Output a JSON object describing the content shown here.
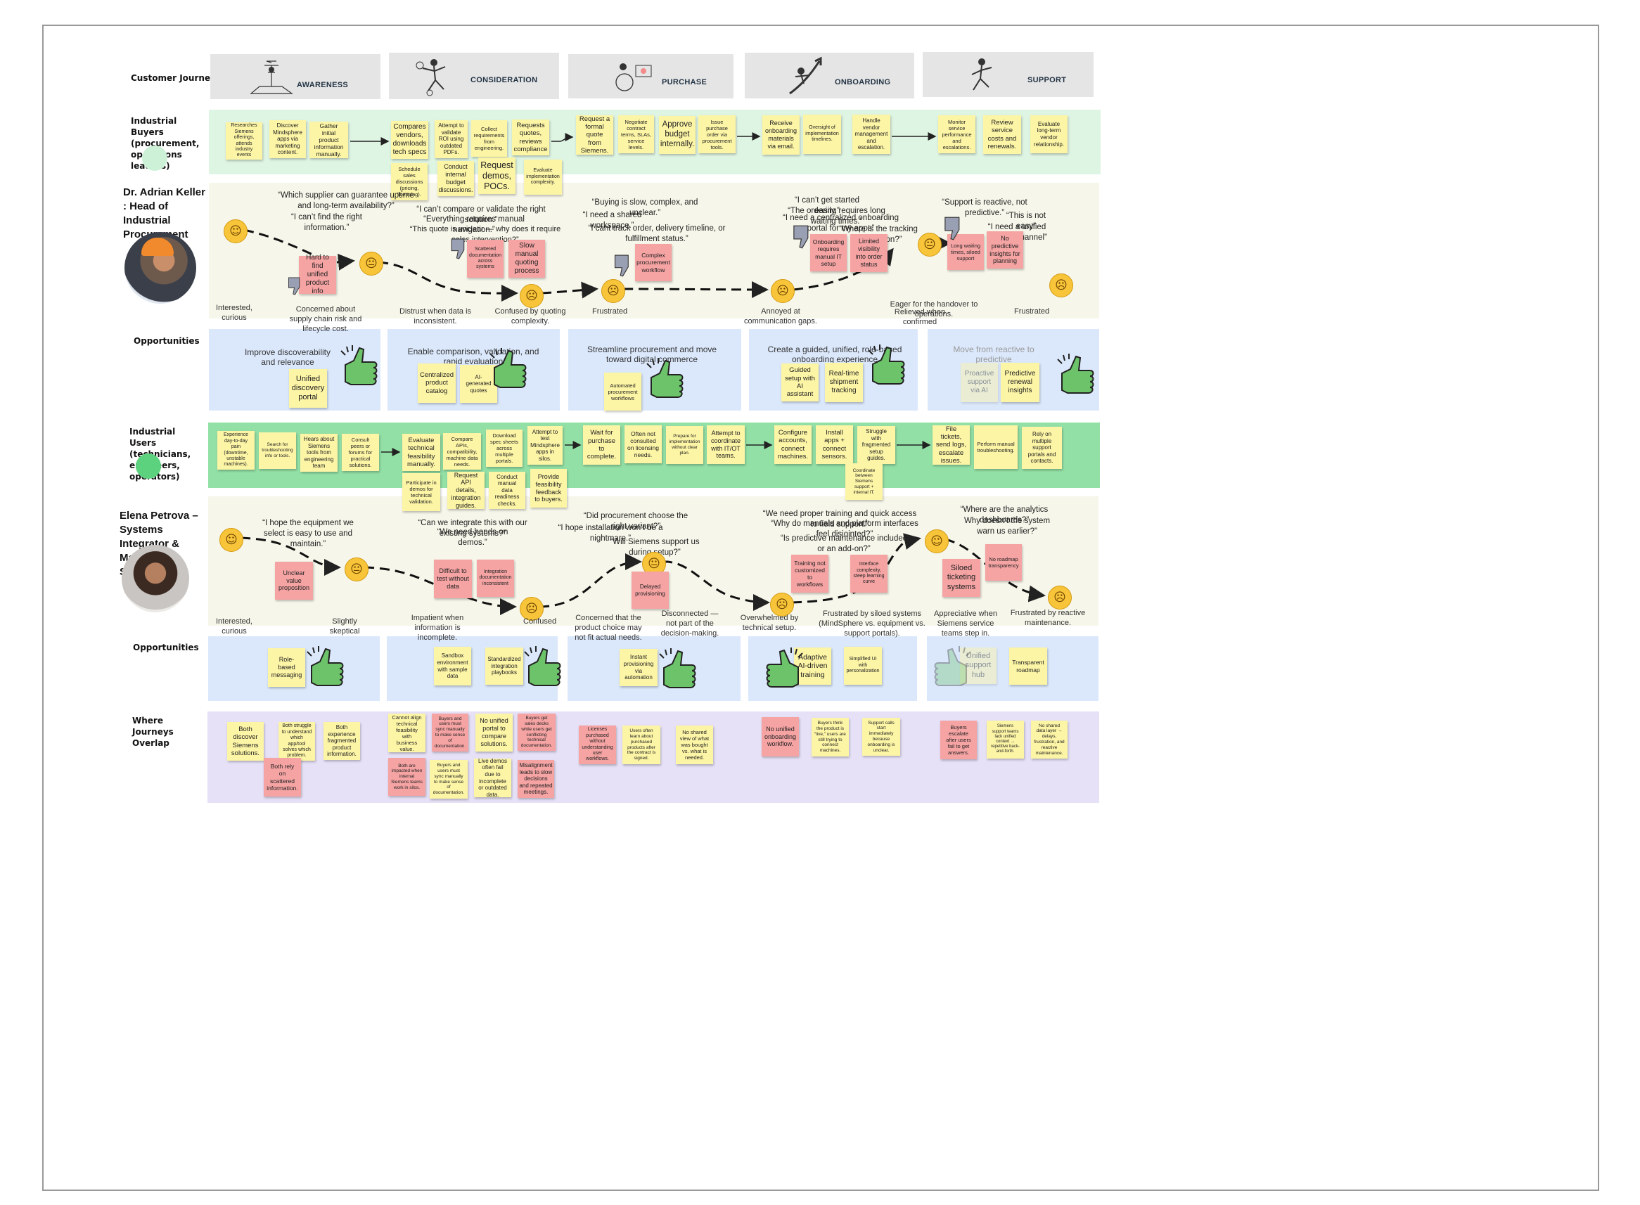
{
  "phases": {
    "row_label": "Customer Journey Phases",
    "items": [
      "AWARENESS",
      "CONSIDERATION",
      "PURCHASE",
      "ONBOARDING",
      "SUPPORT"
    ]
  },
  "buyers": {
    "label": "Industrial Buyers (procurement, operations leaders)",
    "notes": [
      "Researches Siemens offerings, attends industry events",
      "Discover Mindsphere apps via marketing content.",
      "Gather initial product information manually.",
      "Compares vendors, downloads tech specs",
      "Attempt to validate ROI using outdated PDFs.",
      "Collect requirements from engineering.",
      "Requests quotes, reviews compliance",
      "Schedule sales discussions (pricing, licensing).",
      "Conduct internal budget discussions.",
      "Request demos, POCs.",
      "Evaluate implementation complexity.",
      "Request a formal quote from Siemens.",
      "Negotiate contract terms, SLAs, service levels.",
      "Approve budget internally.",
      "Issue purchase order via procurement tools.",
      "Receive onboarding materials via email.",
      "Oversight of implementation timelines.",
      "Handle vendor management and escalation.",
      "Monitor service performance and escalations.",
      "Review service costs and renewals.",
      "Evaluate long-term vendor relationship."
    ]
  },
  "persona1": {
    "name": "Dr. Adrian Keller : Head of Industrial Procurement",
    "quotes": [
      "“Which supplier can guarantee uptime and long-term availability?”",
      "“I can’t find the right information.”",
      "“I can’t compare or validate the right solution.”",
      "“Everything requires manual navigation.”",
      "“This quote is unclear — why does it require sales intervention?”",
      "“Buying is slow, complex, and unclear.”",
      "“I need a shared workspace.”",
      "“I cant track order, delivery timeline, or fulfillment status.”",
      "“I can’t get started easily.”",
      "“The ordering requires long waiting times.”",
      "“I need a centralized onboarding portal for my apps”",
      "“Where is the tracking information?”",
      "“Support is reactive, not predictive.”",
      "“This is not easy”",
      "“I need a unified support channel”"
    ],
    "pains": [
      "Hard to find unified product info",
      "Scattered documentation across systems",
      "Slow manual quoting process",
      "Complex procurement workflow",
      "Onboarding requires manual IT setup",
      "Limited visibility into order status",
      "Long waiting times, siloed support",
      "No predictive insights for planning"
    ],
    "captions": [
      "Interested, curious",
      "Concerned about supply chain risk and lifecycle cost.",
      "Distrust when data is inconsistent.",
      "Confused by quoting complexity.",
      "Frustrated",
      "Annoyed at communication gaps.",
      "Eager for the handover to operations.",
      "Relieved when confirmed",
      "Frustrated"
    ]
  },
  "opp1": {
    "label": "Opportunities",
    "headers": [
      "Improve discoverability and relevance",
      "Enable comparison, validation, and rapid evaluation",
      "Streamline procurement and move toward digital commerce",
      "Create a guided, unified, role-based onboarding experience",
      "Move from reactive to predictive"
    ],
    "notes": [
      "Unified discovery portal",
      "Centralized product catalog",
      "AI-generated quotes",
      "Automated procurement workflows",
      "Guided setup with AI assistant",
      "Real-time shipment tracking",
      "Proactive support via AI",
      "Predictive renewal insights"
    ]
  },
  "users": {
    "label": "Industrial Users (technicians, engineers, operators)",
    "notes": [
      "Experience day-to-day pain (downtime, unstable machines).",
      "Search for troubleshooting info or tools.",
      "Hears about Siemens tools from engineering team",
      "Consult peers or forums for practical solutions.",
      "Evaluate technical feasibility manually.",
      "Compare APIs, compatibility, machine data needs.",
      "Download spec sheets across multiple portals.",
      "Attempt to test Mindsphere apps in silos.",
      "Participate in demos for technical validation.",
      "Request API details, integration guides.",
      "Conduct manual data readiness checks.",
      "Provide feasibility feedback to buyers.",
      "Wait for purchase to complete.",
      "Often not consulted on licensing needs.",
      "Prepare for implementation without clear plan.",
      "Attempt to coordinate with IT/OT teams.",
      "Configure accounts, connect machines.",
      "Install apps + connect sensors.",
      "Struggle with fragmented setup guides.",
      "Coordinate between Siemens support + internal IT.",
      "File tickets, send logs, escalate issues.",
      "Perform manual troubleshooting.",
      "Rely on multiple support portals and contacts."
    ]
  },
  "persona2": {
    "name": "Elena Petrova – Systems Integrator & Marketplace Seller",
    "quotes": [
      "“I hope the equipment we select is easy to use and maintain.”",
      "“Can we integrate this with our existing systems?”",
      "“We need hands-on demos.”",
      "“Did procurement choose the right variant?”",
      "“I hope installation won’t be a nightmare.”",
      "“Will Siemens support us during setup?”",
      "“We need proper training and quick access to field support.”",
      "“Why do manuals and platform interfaces feel disjointed?”",
      "“Is predictive maintenance included or an add-on?”",
      "“Where are the analytics dashboards?”",
      "Why doesn’t the system warn us earlier?”"
    ],
    "pains": [
      "Unclear value proposition",
      "Difficult to test without data",
      "Integration documentation inconsistent",
      "Delayed provisioning",
      "Training not customized to workflows",
      "Interface complexity, steep learning curve",
      "Siloed ticketing systems",
      "No roadmap transparency"
    ],
    "captions": [
      "Interested, curious",
      "Slightly skeptical",
      "Impatient when information is incomplete.",
      "Confused",
      "Concerned that the product choice may not fit actual needs.",
      "Disconnected — not part of the decision-making.",
      "Overwhelmed by technical setup.",
      "Frustrated by siloed systems (MindSphere vs. equipment vs. support portals).",
      "Appreciative when Siemens service teams step in.",
      "Frustrated by reactive maintenance."
    ]
  },
  "opp2": {
    "label": "Opportunities",
    "notes": [
      "Role-based messaging",
      "Sandbox environment with sample data",
      "Standardized integration playbooks",
      "Instant provisioning via automation",
      "Adaptive AI-driven training",
      "Simplified UI with personalization",
      "Unified support hub",
      "Transparent roadmap"
    ]
  },
  "overlap": {
    "label": "Where Journeys Overlap",
    "notes": [
      "Both discover Siemens solutions.",
      "Both struggle to understand which app/tool solves which problem.",
      "Both experience fragmented product information.",
      "Both rely on scattered information.",
      "Cannot align technical feasibility with business value.",
      "Buyers and users must sync manually to make sense of documentation.",
      "No unified portal to compare solutions.",
      "Buyers get sales decks while users get conflicting technical documentation.",
      "Both are impacted when internal Siemens teams work in silos.",
      "Buyers and users must sync manually to make sense of documentation.",
      "Live demos often fail due to incomplete or outdated data.",
      "Misalignment leads to slow decisions and repeated meetings.",
      "Licenses purchased without understanding user workflows.",
      "Users often learn about purchased products after the contract is signed.",
      "No shared view of what was bought vs. what is needed.",
      "No unified onboarding workflow.",
      "Buyers think the product is “live,” users are still trying to connect machines.",
      "Support calls start immediately because onboarding is unclear.",
      "Buyers escalate after users fail to get answers.",
      "Siemens support teams lack unified context → repetitive back-and-forth.",
      "No shared data layer → delays, frustration, and reactive maintenance."
    ]
  },
  "colors": {
    "sticky_yellow": "#fdf5a6",
    "sticky_pink": "#f5a3a3",
    "lane_green": "#dff5e3",
    "lane_mint": "#93e0a6",
    "lane_blue": "#dbe8fb",
    "lane_lavender": "#e6e1f7",
    "thumb_green": "#6cc36a"
  },
  "icons": [
    "smiley-face-icon",
    "neutral-face-icon",
    "sad-face-icon",
    "thumbs-up-icon",
    "thumbs-down-icon",
    "arrow-icon"
  ]
}
